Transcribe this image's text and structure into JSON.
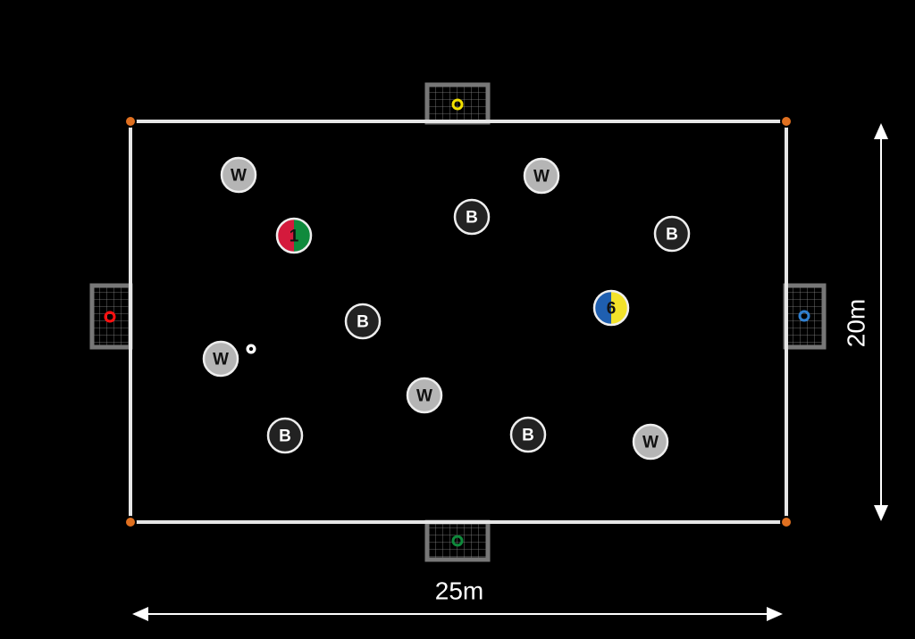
{
  "field": {
    "width_label": "25m",
    "height_label": "20m"
  },
  "colors": {
    "line": "#e6e6e6",
    "corner": "#e07020",
    "goal_frame": "#777777",
    "white_team": "#b5b5b5",
    "black_team": "#222222",
    "gk1_a": "#d41a3c",
    "gk1_b": "#0f8a3c",
    "gk6_a": "#1f5fb0",
    "gk6_b": "#f2e22a"
  },
  "goals": [
    {
      "id": "top",
      "marker_color": "#f2e000"
    },
    {
      "id": "bottom",
      "marker_color": "#0f8a3c"
    },
    {
      "id": "left",
      "marker_color": "#ff1010"
    },
    {
      "id": "right",
      "marker_color": "#2f7fd0"
    }
  ],
  "players": [
    {
      "label": "W",
      "team": "white"
    },
    {
      "label": "W",
      "team": "white"
    },
    {
      "label": "B",
      "team": "black"
    },
    {
      "label": "B",
      "team": "black"
    },
    {
      "label": "1",
      "team": "keeper-red-green"
    },
    {
      "label": "B",
      "team": "black"
    },
    {
      "label": "6",
      "team": "keeper-blue-yellow"
    },
    {
      "label": "W",
      "team": "white"
    },
    {
      "label": "W",
      "team": "white"
    },
    {
      "label": "B",
      "team": "black"
    },
    {
      "label": "B",
      "team": "black"
    },
    {
      "label": "W",
      "team": "white"
    }
  ]
}
